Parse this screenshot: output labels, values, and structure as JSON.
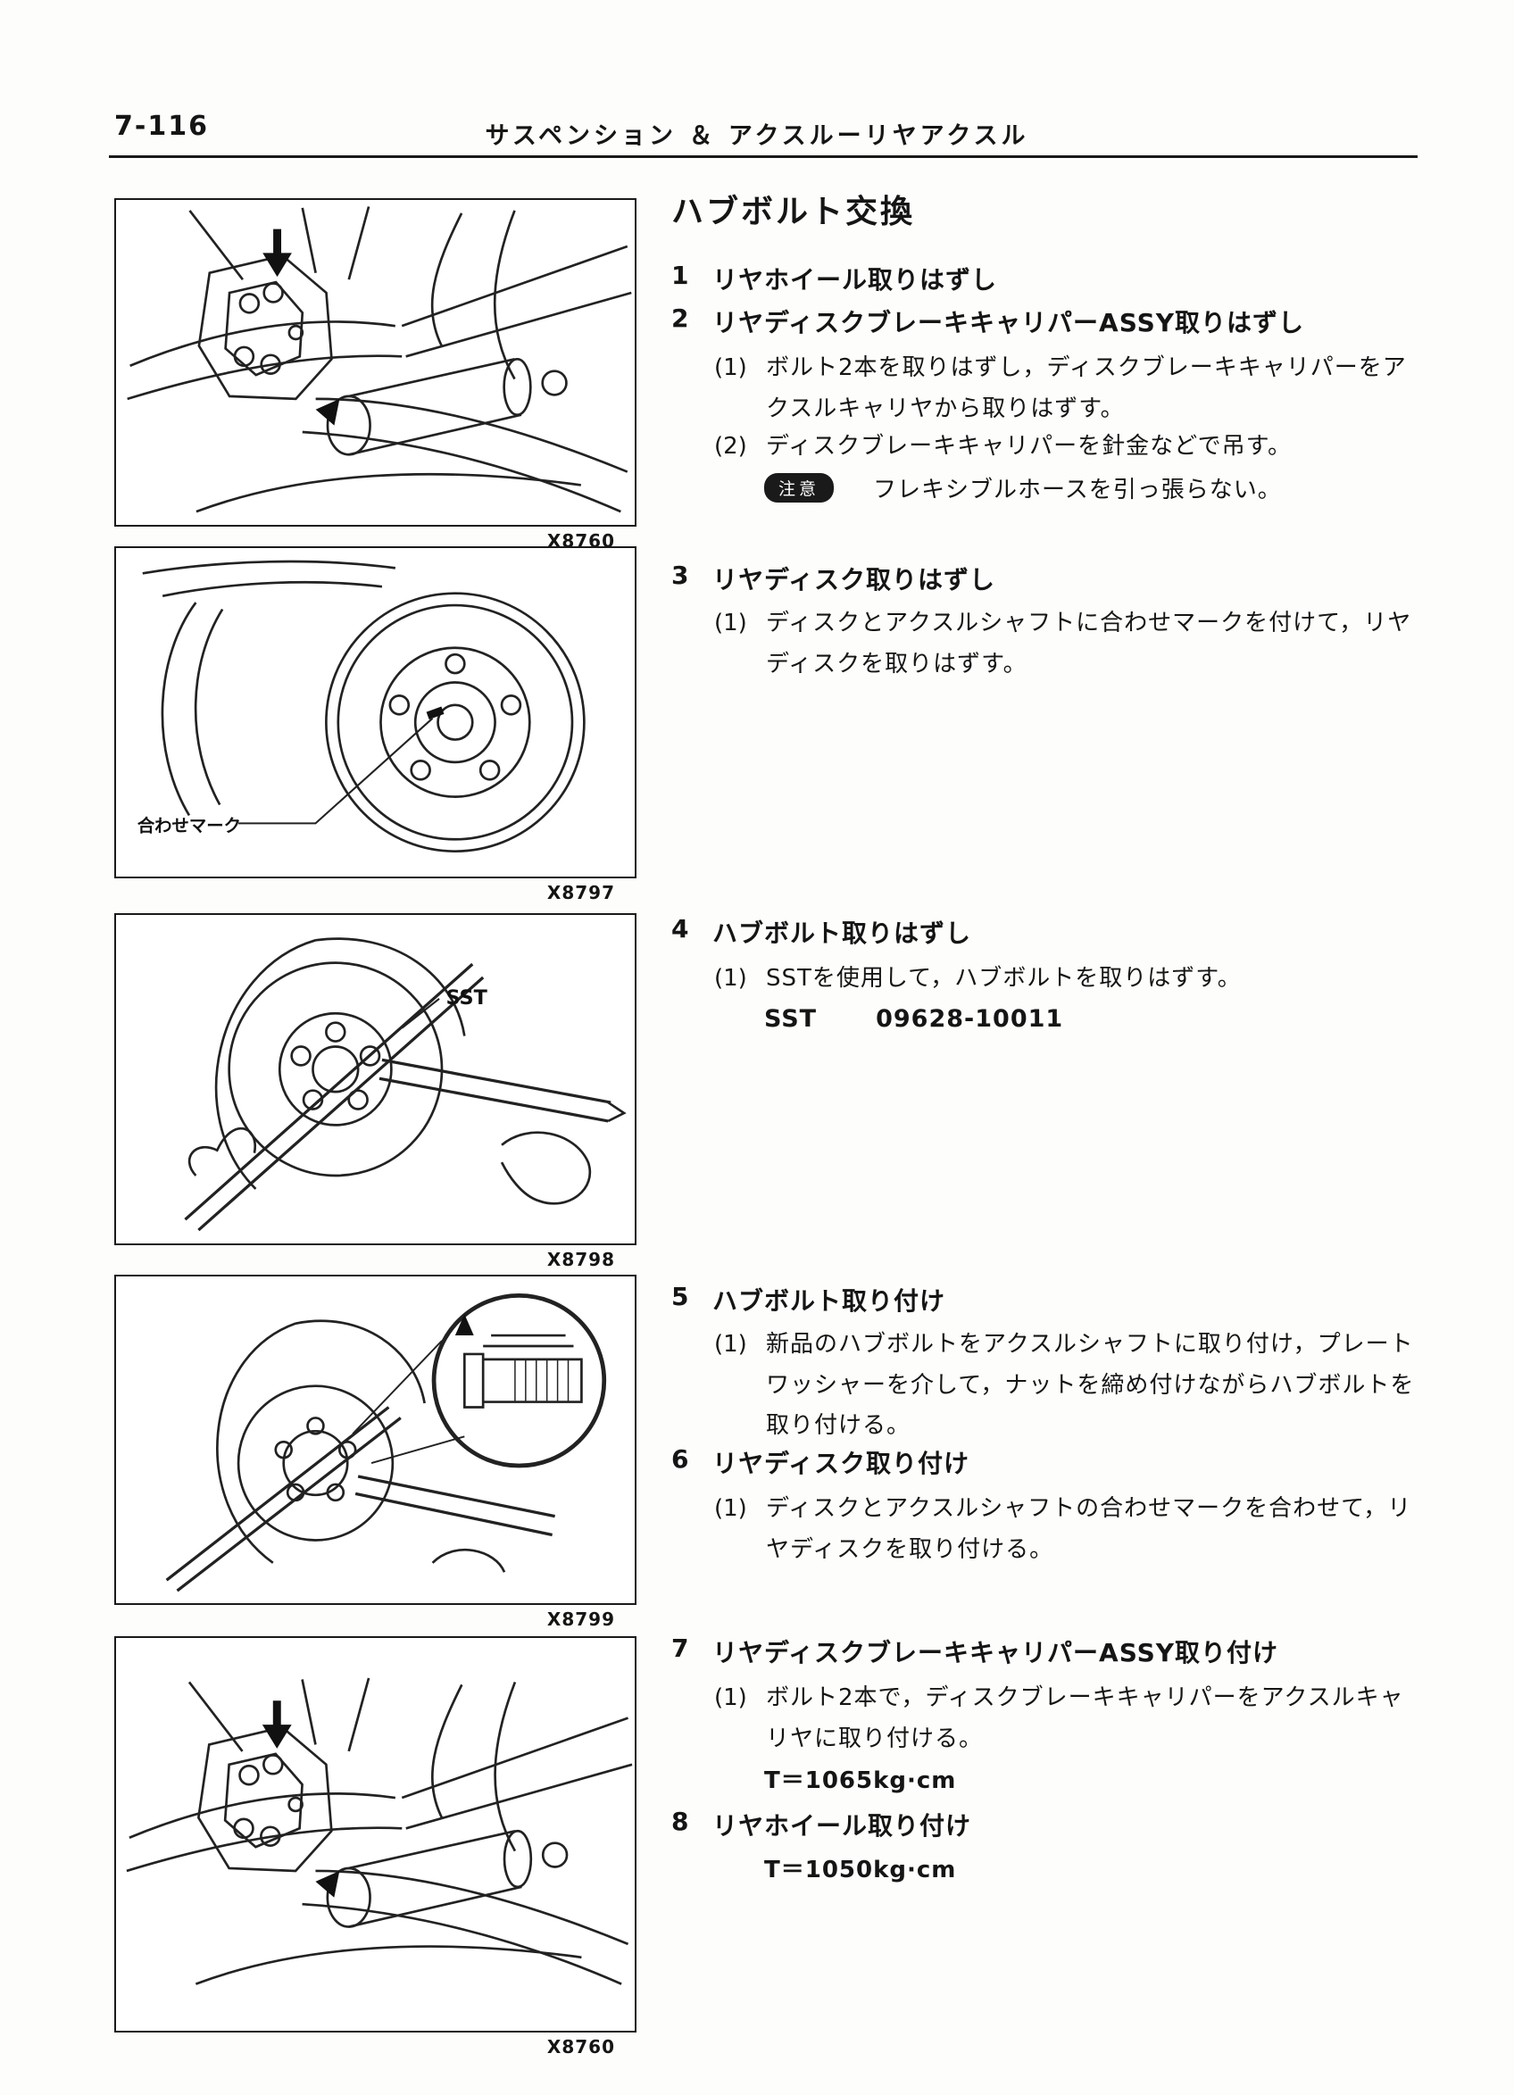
{
  "page": {
    "number": "7-116",
    "header": "サスペンション ＆ アクスルーリヤアクスル",
    "title": "ハブボルト交換"
  },
  "figures": [
    {
      "code": "X8760"
    },
    {
      "code": "X8797",
      "callout": "合わせマーク"
    },
    {
      "code": "X8798",
      "callout": "SST"
    },
    {
      "code": "X8799"
    },
    {
      "code": "X8760"
    }
  ],
  "steps": [
    {
      "num": "1",
      "title": "リヤホイール取りはずし"
    },
    {
      "num": "2",
      "title": "リヤディスクブレーキキャリパーASSY取りはずし",
      "sub1_num": "(1)",
      "sub1": "ボルト2本を取りはずし，ディスクブレーキキャリパーをアクスルキャリヤから取りはずす。",
      "sub2_num": "(2)",
      "sub2": "ディスクブレーキキャリパーを針金などで吊す。",
      "note_badge": "注意",
      "note": "フレキシブルホースを引っ張らない。"
    },
    {
      "num": "3",
      "title": "リヤディスク取りはずし",
      "sub1_num": "(1)",
      "sub1": "ディスクとアクスルシャフトに合わせマークを付けて，リヤディスクを取りはずす。"
    },
    {
      "num": "4",
      "title": "ハブボルト取りはずし",
      "sub1_num": "(1)",
      "sub1": "SSTを使用して，ハブボルトを取りはずす。",
      "sst_label": "SST",
      "sst_value": "09628-10011"
    },
    {
      "num": "5",
      "title": "ハブボルト取り付け",
      "sub1_num": "(1)",
      "sub1": "新品のハブボルトをアクスルシャフトに取り付け，プレートワッシャーを介して，ナットを締め付けながらハブボルトを取り付ける。"
    },
    {
      "num": "6",
      "title": "リヤディスク取り付け",
      "sub1_num": "(1)",
      "sub1": "ディスクとアクスルシャフトの合わせマークを合わせて，リヤディスクを取り付ける。"
    },
    {
      "num": "7",
      "title": "リヤディスクブレーキキャリパーASSY取り付け",
      "sub1_num": "(1)",
      "sub1": "ボルト2本で，ディスクブレーキキャリパーをアクスルキャリヤに取り付ける。",
      "torque": "T＝1065kg·cm"
    },
    {
      "num": "8",
      "title": "リヤホイール取り付け",
      "torque": "T＝1050kg·cm"
    }
  ]
}
